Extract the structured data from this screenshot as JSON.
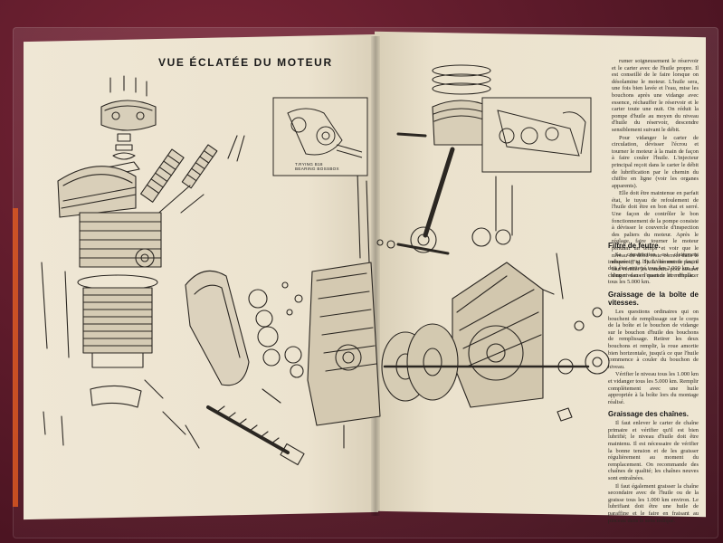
{
  "page": {
    "title": "VUE ÉCLATÉE DU MOTEUR"
  },
  "inset_caption": [
    "T.RYING B18",
    "BEARING BOSSBOX"
  ],
  "right_column": {
    "intro": [
      "rumer soigneusement le réservoir et le carter avec de l'huile propre. Il est conseillé de le faire lorsque on désolamine le moteur. L'huile sera, une fois bien lavée et l'eau, mise les bouchons après une vidange avec essence, réchauffer le réservoir et le carter toute une nuit. On réduit la pompe d'huile au moyen du niveau d'huile du réservoir, descendre sensiblement suivant le débit.",
      "Pour vidanger le carter de circulation, dévisser l'écrou et tourner le moteur à la main de façon à faire couler l'huile. L'injecteur principal reçoit dans le carter le débit de lubrification par le chemin du chiffre en ligne (voir les organes apparents).",
      "Elle doit être maintenue en parfait état, le tuyau de refoulement de l'huile doit être en bon état et serré. Une façon de contrôler le bon fonctionnement de la pompe consiste à dévisser le couvercle d'inspection des paliers du moteur. Après le réglage, faire tourner le moteur pendant un temps et voir que le niveau du débit reste correct dans le réservoir; si l'huile ne monte pas, il faut vérifier les conduits pour assurer d'un niveau en quart de litre d'huile."
    ],
    "sections": [
      {
        "heading": "Filtre de feutre.",
        "paragraphs": [
          "Sa construction est clairement indiquée (Fig. 1). L'élément de feutre doit être nettoyé tous les 2.000 km. Le changer dans l'essence et remplacer tous les 5.000 km."
        ]
      },
      {
        "heading": "Graissage de la boîte de vitesses.",
        "paragraphs": [
          "Les questions ordinaires qui on bouchent de remplissage sur le corps de la boîte et le bouchon de vidange sur le bouchon d'huile des bouchons de remplissage. Retirer les deux bouchons et remplir, la roue amortie bien horizontale, jusqu'à ce que l'huile commence à couler du bouchon de niveau.",
          "Vérifier le niveau tous les 1.000 km et vidanger tous les 5.000 km. Remplir complètement avec une huile appropriée à la boîte lors du montage réalisé."
        ]
      },
      {
        "heading": "Graissage des chaînes.",
        "paragraphs": [
          "Il faut enlever le carter de chaîne primaire et vérifier qu'il est bien lubrifié; le niveau d'huile doit être maintenu. Il est nécessaire de vérifier la bonne tension et de les graisser régulièrement au moment du remplacement. On recommande des chaînes de qualité; les chaînes neuves sont entraînées.",
          "Il faut également graisser la chaîne secondaire avec de l'huile ou de la graisse tous les 1.000 km environ. Le lubrifiant doit être une huile de paraffine et le faire en fraisant au pinceau dans le sens indiqué."
        ]
      }
    ]
  },
  "icons": [
    "exploded-engine-diagram",
    "crankcase-inset-left",
    "crankcase-inset-right"
  ]
}
